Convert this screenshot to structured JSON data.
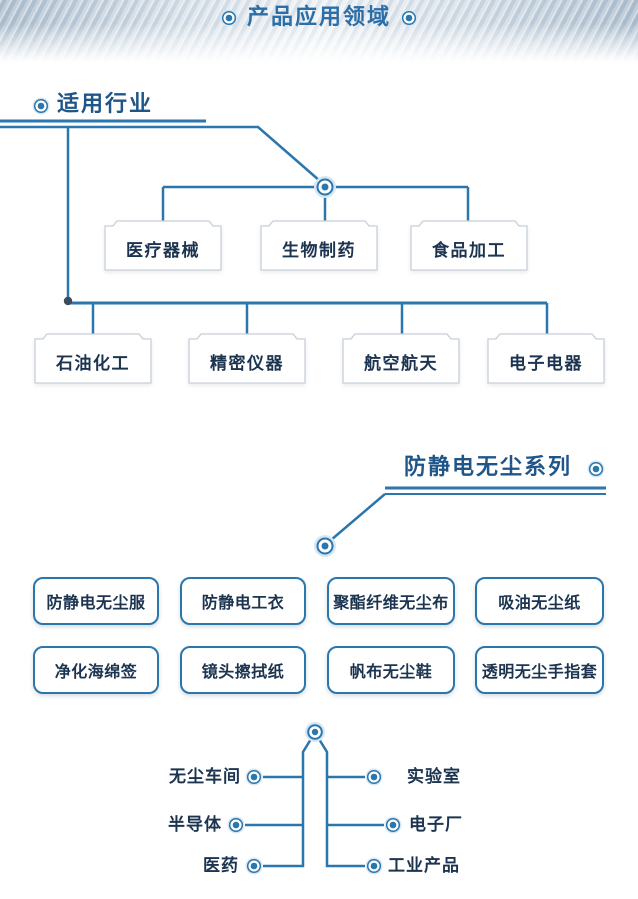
{
  "header": {
    "title": "产品应用领域"
  },
  "industries": {
    "title": "适用行业",
    "row1": [
      "医疗器械",
      "生物制药",
      "食品加工"
    ],
    "row2": [
      "石油化工",
      "精密仪器",
      "航空航天",
      "电子电器"
    ]
  },
  "series": {
    "title": "防静电无尘系列",
    "products": [
      "防静电无尘服",
      "防静电工衣",
      "聚酯纤维无尘布",
      "吸油无尘纸",
      "净化海绵签",
      "镜头擦拭纸",
      "帆布无尘鞋",
      "透明无尘手指套"
    ]
  },
  "applications": {
    "left": [
      "无尘车间",
      "半导体",
      "医药"
    ],
    "right": [
      "实验室",
      "电子厂",
      "工业产品"
    ]
  },
  "icons": {
    "bullet": "target-icon",
    "node": "node-icon",
    "junction": "junction-dot"
  },
  "colors": {
    "accent": "#2a76ad",
    "text": "#1c3450",
    "heading": "#2d6ea6",
    "section_title": "#1f5588",
    "box_border": "#c7d0d9"
  }
}
